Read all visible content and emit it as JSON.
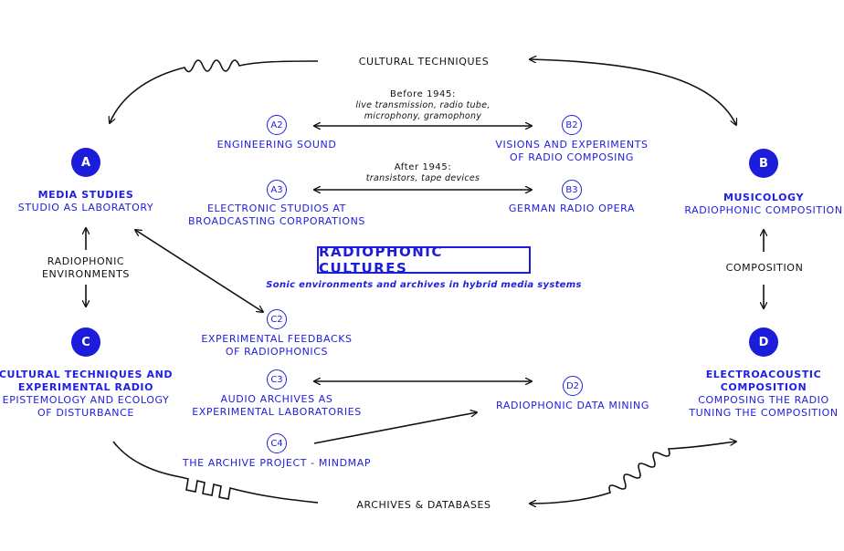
{
  "colors": {
    "accent": "#1c1cdb",
    "text": "#111111",
    "background": "#ffffff"
  },
  "top_label": "CULTURAL TECHNIQUES",
  "bottom_label": "ARCHIVES & DATABASES",
  "left_connector": [
    "RADIOPHONIC",
    "ENVIRONMENTS"
  ],
  "right_connector": "COMPOSITION",
  "title": "RADIOPHONIC CULTURES",
  "subtitle": "Sonic environments and archives in hybrid media systems",
  "before_1945": {
    "heading": "Before 1945:",
    "lines": [
      "live transmission, radio tube,",
      "microphony, gramophony"
    ]
  },
  "after_1945": {
    "heading": "After 1945:",
    "lines": [
      "transistors, tape devices"
    ]
  },
  "nodes": {
    "A": {
      "badge": "A",
      "title": "MEDIA STUDIES",
      "lines": [
        "STUDIO AS LABORATORY"
      ]
    },
    "B": {
      "badge": "B",
      "title": "MUSICOLOGY",
      "lines": [
        "RADIOPHONIC COMPOSITION"
      ]
    },
    "C": {
      "badge": "C",
      "title": [
        "CULTURAL TECHNIQUES AND",
        "EXPERIMENTAL RADIO"
      ],
      "lines": [
        "EPISTEMOLOGY AND ECOLOGY",
        "OF DISTURBANCE"
      ]
    },
    "D": {
      "badge": "D",
      "title": [
        "ELECTROACOUSTIC",
        "COMPOSITION"
      ],
      "lines": [
        "COMPOSING THE RADIO",
        "TUNING THE COMPOSITION"
      ]
    }
  },
  "subnodes": {
    "A2": {
      "badge": "A2",
      "lines": [
        "ENGINEERING SOUND"
      ]
    },
    "B2": {
      "badge": "B2",
      "lines": [
        "VISIONS AND EXPERIMENTS",
        "OF RADIO COMPOSING"
      ]
    },
    "A3": {
      "badge": "A3",
      "lines": [
        "ELECTRONIC STUDIOS AT",
        "BROADCASTING CORPORATIONS"
      ]
    },
    "B3": {
      "badge": "B3",
      "lines": [
        "GERMAN RADIO OPERA"
      ]
    },
    "C2": {
      "badge": "C2",
      "lines": [
        "EXPERIMENTAL FEEDBACKS",
        "OF RADIOPHONICS"
      ]
    },
    "C3": {
      "badge": "C3",
      "lines": [
        "AUDIO ARCHIVES AS",
        "EXPERIMENTAL LABORATORIES"
      ]
    },
    "C4": {
      "badge": "C4",
      "lines": [
        "THE ARCHIVE PROJECT - MINDMAP"
      ]
    },
    "D2": {
      "badge": "D2",
      "lines": [
        "RADIOPHONIC DATA MINING"
      ]
    }
  }
}
